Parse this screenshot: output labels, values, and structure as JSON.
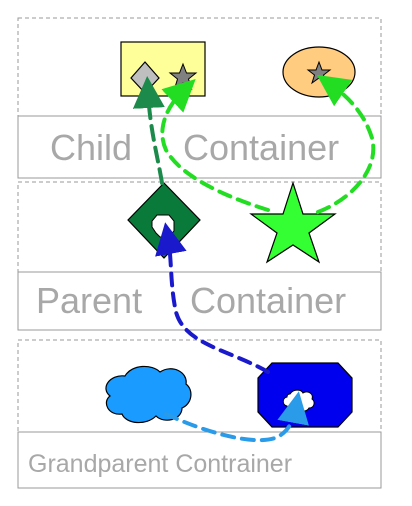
{
  "containers": {
    "child": {
      "label_left": "Child",
      "label_right": "Container"
    },
    "parent": {
      "label_left": "Parent",
      "label_right": "Container"
    },
    "grandparent": {
      "label": "Grandparent Contrainer"
    }
  },
  "colors": {
    "yellow": "#ffff99",
    "orange": "#ffcc80",
    "dark_green": "#0a7a3a",
    "bright_green": "#33ff33",
    "light_blue": "#1a9bff",
    "dark_blue": "#0000ee",
    "grey_star": "#808080",
    "dashed_dark_green": "#1b8a4a",
    "dashed_green": "#22dd22",
    "dashed_blue": "#1a1acc",
    "dashed_light_blue": "#2a9be8"
  }
}
